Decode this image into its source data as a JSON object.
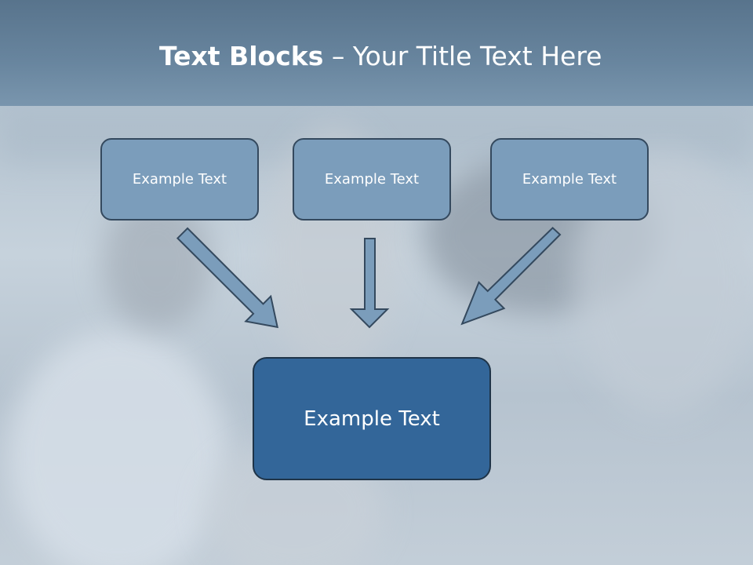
{
  "slide": {
    "title_bold": "Text Blocks",
    "title_dash": " – ",
    "title_rest": "Your Title Text Here"
  },
  "blocks": {
    "left": "Example Text",
    "center": "Example Text",
    "right": "Example Text",
    "result": "Example Text"
  },
  "colors": {
    "title_band": "#5f7c97",
    "small_box_fill": "#7b9dbb",
    "big_box_fill": "#336699",
    "box_border": "#34495e",
    "arrow_fill": "#7b9dbb"
  }
}
